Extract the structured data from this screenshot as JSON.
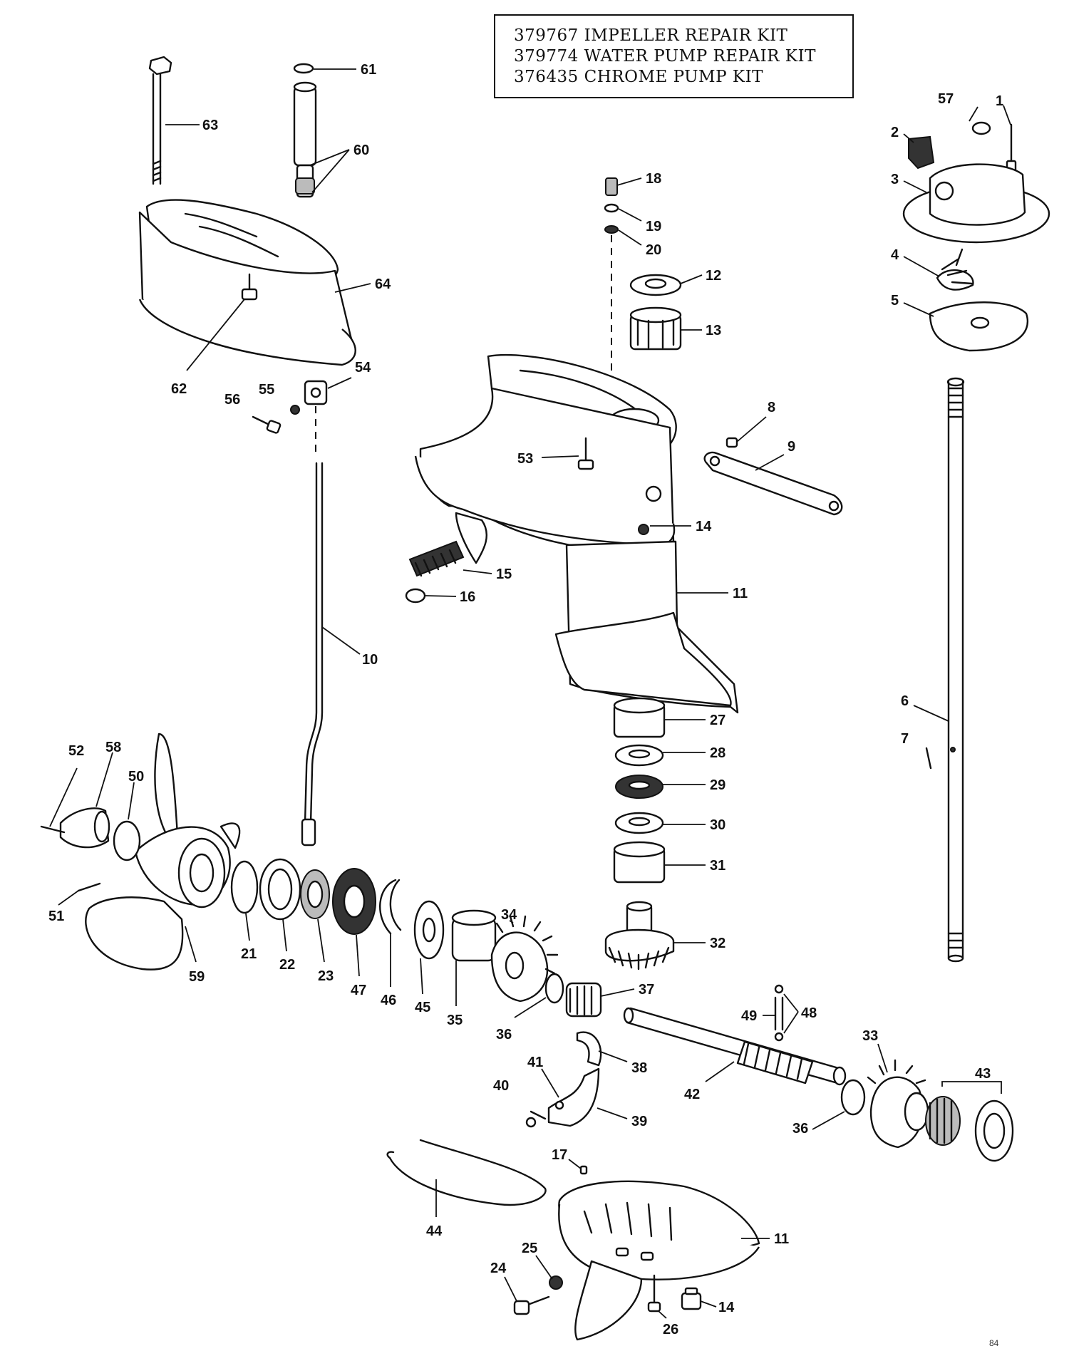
{
  "kit_box": {
    "lines": [
      "379767 IMPELLER REPAIR KIT",
      "379774 WATER PUMP REPAIR KIT",
      "376435 CHROME PUMP KIT"
    ]
  },
  "callouts": [
    "63",
    "61",
    "60",
    "64",
    "62",
    "56",
    "55",
    "54",
    "18",
    "19",
    "20",
    "12",
    "13",
    "53",
    "8",
    "9",
    "14",
    "15",
    "16",
    "11",
    "10",
    "57",
    "1",
    "2",
    "3",
    "4",
    "5",
    "6",
    "7",
    "27",
    "28",
    "29",
    "30",
    "31",
    "32",
    "52",
    "58",
    "50",
    "51",
    "59",
    "21",
    "22",
    "23",
    "47",
    "46",
    "45",
    "35",
    "34",
    "36",
    "37",
    "38",
    "41",
    "40",
    "39",
    "49",
    "48",
    "42",
    "33",
    "43",
    "36",
    "44",
    "17",
    "11",
    "25",
    "24",
    "26",
    "14"
  ],
  "corner_mark": "84"
}
